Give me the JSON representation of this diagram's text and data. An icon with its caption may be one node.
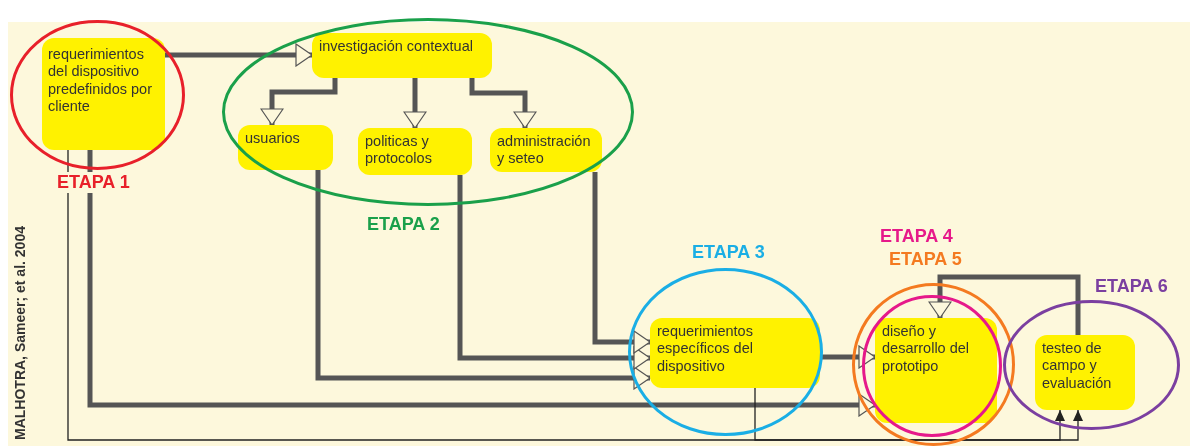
{
  "diagram": {
    "nodes": [
      {
        "text": [
          "ETAPA 1"
        ]
      },
      {
        "text": [
          "requerimientos del dispositivo predefinidos por cliente"
        ],
        "in": 0
      },
      {
        "text": [
          "ETAPA 2"
        ]
      },
      {
        "text": [
          "investigación contextual"
        ],
        "in": 2
      },
      {
        "text": [
          "usuarios"
        ],
        "in": 2
      },
      {
        "text": [
          "politicas y protocolos"
        ],
        "in": 2
      },
      {
        "text": [
          "administración y seteo"
        ],
        "in": 2
      },
      {
        "text": [
          "ETAPA 3"
        ]
      },
      {
        "text": [
          "requerimientos específicos del dispositivo"
        ],
        "in": 7
      },
      {
        "text": [
          "ETAPA 5"
        ]
      },
      {
        "text": [
          "ETAPA 4"
        ],
        "in": 9
      },
      {
        "text": [
          "diseño y desarrollo del prototipo"
        ],
        "in": 10
      },
      {
        "text": [
          "ETAPA 6"
        ]
      },
      {
        "text": [
          "testeo de campo y evaluación"
        ],
        "in": 12
      }
    ],
    "edges": [
      {
        "from": 1,
        "to": 3,
        "arrow": "to"
      },
      {
        "from": 3,
        "to": 4,
        "arrow": "to"
      },
      {
        "from": 3,
        "to": 5,
        "arrow": "to"
      },
      {
        "from": 3,
        "to": 6,
        "arrow": "to"
      },
      {
        "from": 4,
        "to": 8,
        "arrow": "to"
      },
      {
        "from": 5,
        "to": 8,
        "arrow": "to"
      },
      {
        "from": 6,
        "to": 8,
        "arrow": "to"
      },
      {
        "from": 1,
        "to": 11,
        "arrow": "to"
      },
      {
        "from": 1,
        "to": 13,
        "arrow": "to",
        "color": "#222222"
      },
      {
        "from": 8,
        "to": 11,
        "arrow": "to"
      },
      {
        "from": 8,
        "to": 13,
        "arrow": "to",
        "color": "#222222"
      },
      {
        "from": 13,
        "to": 11,
        "arrow": "to"
      }
    ],
    "labels": [
      "MALHOTRA, Sameer; et al. 2004"
    ]
  }
}
